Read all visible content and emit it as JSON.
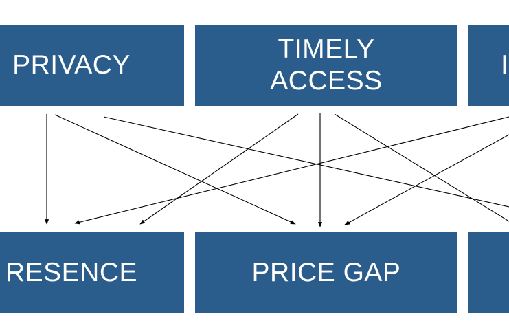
{
  "colors": {
    "box_fill": "#2b5d8c",
    "box_text": "#ffffff",
    "arrow": "#000000",
    "background": "#ffffff"
  },
  "top_row": {
    "privacy": {
      "line1": "PRIVACY",
      "line2": ""
    },
    "timely_access": {
      "line1": "TIMELY",
      "line2": "ACCESS"
    },
    "right_partial": {
      "line1": "I",
      "line2": ""
    }
  },
  "bottom_row": {
    "presence": {
      "line1": "RESENCE"
    },
    "price_gap": {
      "line1": "PRICE GAP"
    },
    "right_partial": {
      "line1": ""
    }
  },
  "connections": [
    {
      "from": "privacy",
      "to": "presence"
    },
    {
      "from": "privacy",
      "to": "price_gap"
    },
    {
      "from": "privacy",
      "to": "bottom_right"
    },
    {
      "from": "timely_access",
      "to": "presence"
    },
    {
      "from": "timely_access",
      "to": "price_gap"
    },
    {
      "from": "timely_access",
      "to": "bottom_right"
    },
    {
      "from": "top_right",
      "to": "presence"
    },
    {
      "from": "top_right",
      "to": "price_gap"
    }
  ]
}
